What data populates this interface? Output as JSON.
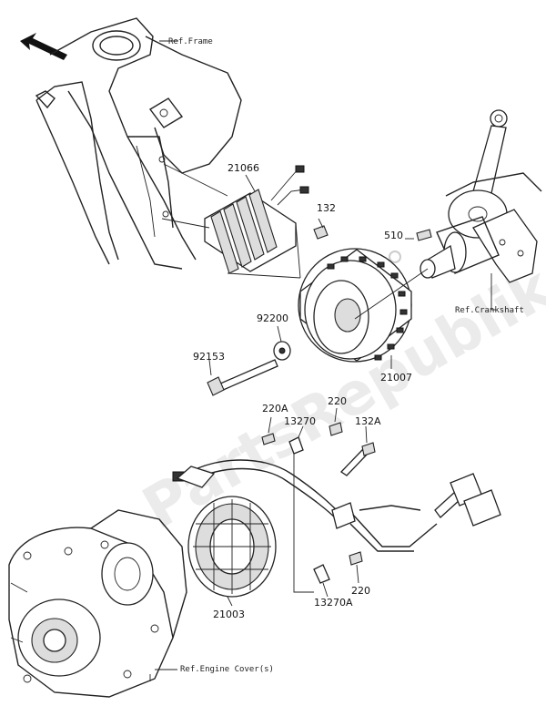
{
  "watermark": "PartsRepublik",
  "refs": {
    "frame": "Ref.Frame",
    "crankshaft": "Ref.Crankshaft",
    "engine_cover": "Ref.Engine Cover(s)"
  },
  "parts": {
    "p21066": "21066",
    "p132": "132",
    "p510": "510",
    "p92200": "92200",
    "p92153": "92153",
    "p21007": "21007",
    "p220a": "220A",
    "p13270": "13270",
    "p220_top": "220",
    "p132a": "132A",
    "p220_bottom": "220",
    "p13270a": "13270A",
    "p21003": "21003"
  },
  "icons": {
    "direction": "arrow-front-icon",
    "gear": "gear-icon"
  }
}
